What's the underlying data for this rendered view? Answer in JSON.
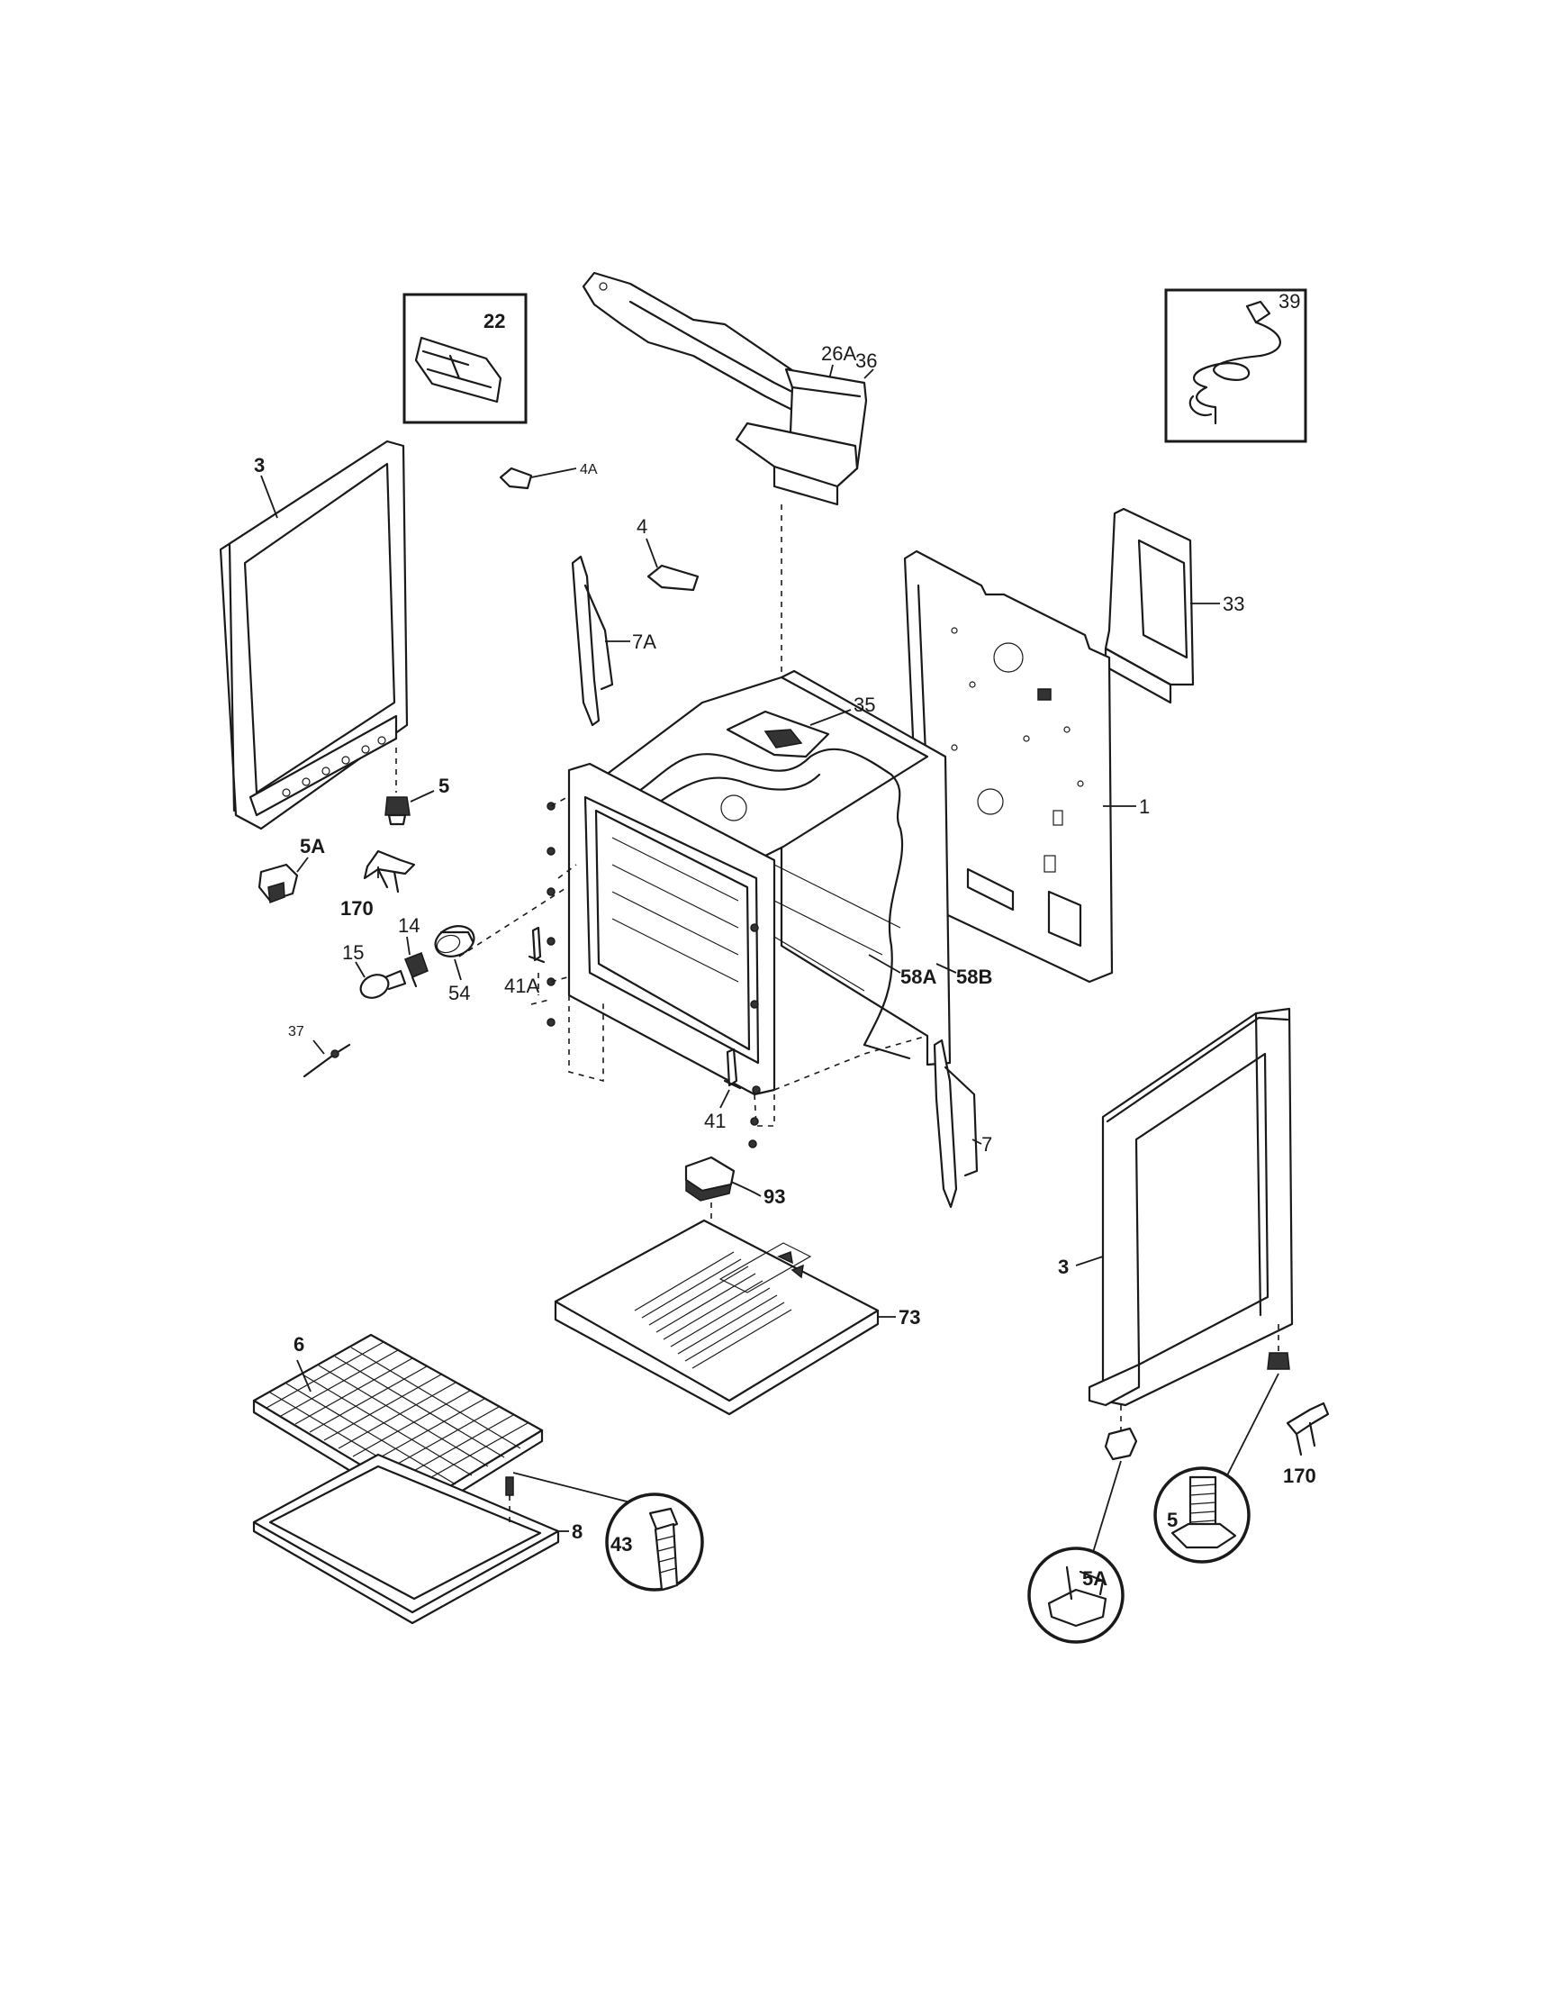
{
  "labels": {
    "p22": "22",
    "p26A": "26A",
    "p39": "39",
    "p3_left": "3",
    "p4A": "4A",
    "p36": "36",
    "p4": "4",
    "p33": "33",
    "p7A": "7A",
    "p35": "35",
    "p1": "1",
    "p5_left": "5",
    "p5A_left": "5A",
    "p170_left": "170",
    "p15": "15",
    "p14": "14",
    "p54": "54",
    "p41A": "41A",
    "p58A": "58A",
    "p58B": "58B",
    "p37": "37",
    "p41": "41",
    "p7": "7",
    "p93": "93",
    "p3_right": "3",
    "p73": "73",
    "p6": "6",
    "p8": "8",
    "p43": "43",
    "p170_right": "170",
    "p5_right": "5",
    "p5A_right": "5A"
  }
}
